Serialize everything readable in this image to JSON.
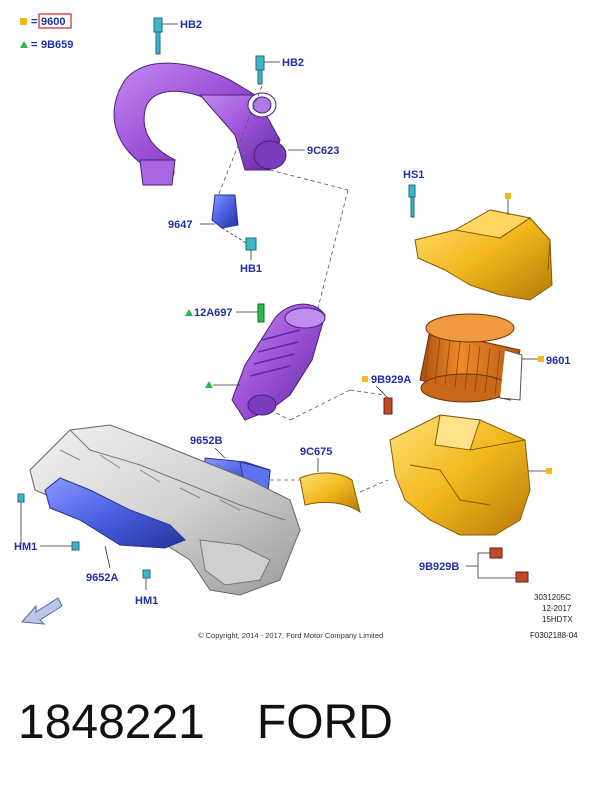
{
  "legend": {
    "square_symbol": "■",
    "square_text": "9600",
    "triangle_symbol": "▲",
    "triangle_text": "9B659",
    "equals": "="
  },
  "labels": {
    "hb2_top": "HB2",
    "hb2_mid": "HB2",
    "c623": "9C623",
    "p9647": "9647",
    "hb1": "HB1",
    "hs1": "HS1",
    "a12697": "12A697",
    "p9601": "9601",
    "b929a": "9B929A",
    "p9652b": "9652B",
    "c675": "9C675",
    "hm1_left": "HM1",
    "hm1_bottom": "HM1",
    "p9652a": "9652A",
    "b929b": "9B929B"
  },
  "meta": {
    "line1": "3031205C",
    "line2": "12-2017",
    "line3": "15HDTX",
    "line4": "F0302188-04"
  },
  "copyright": "© Copyright, 2014 - 2017, Ford Motor Company Limited",
  "footer": {
    "part_number": "1848221",
    "brand": "FORD"
  },
  "colors": {
    "label_blue": "#1f2fa8",
    "purple": "#9b4fd6",
    "yellow": "#f2b81c",
    "orange_filter": "#e07a1c",
    "blue_duct": "#4a5ee0",
    "grey_panel": "#d6d6d6",
    "cyan_fastener": "#3fb6c8",
    "green": "#2db84a",
    "red_brown": "#c0492a"
  }
}
